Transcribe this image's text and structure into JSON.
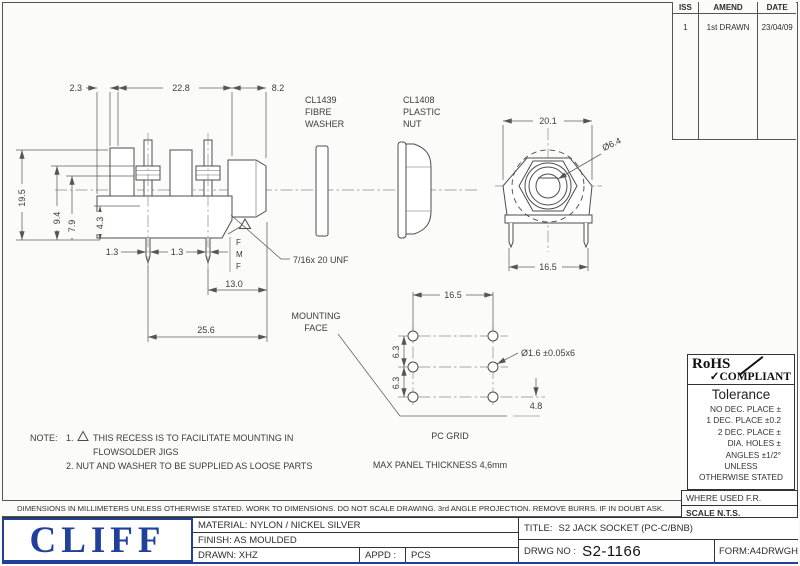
{
  "revision_table": {
    "col_iss": "ISS",
    "col_amend": "AMEND",
    "col_date": "DATE",
    "row_iss": "1",
    "row_amend": "1st DRAWN",
    "row_date": "23/04/09"
  },
  "labels": {
    "washer_code": "CL1439",
    "washer_l1": "FIBRE",
    "washer_l2": "WASHER",
    "nut_code": "CL1408",
    "nut_l1": "PLASTIC",
    "nut_l2": "NUT",
    "thread": "7/16x 20 UNF",
    "fmf_1": "F",
    "fmf_2": "M",
    "fmf_3": "F",
    "mounting_face_1": "MOUNTING",
    "mounting_face_2": "FACE",
    "pc_grid": "PC GRID",
    "max_panel": "MAX PANEL THICKNESS 4,6mm"
  },
  "dims": {
    "step": "2.3",
    "body_len": "22.8",
    "thread_len": "8.2",
    "height": "19.5",
    "h_mid": "9.4",
    "h_low": "7.9",
    "h_base": "4.3",
    "pin_w1": "1.3",
    "pin_w2": "1.3",
    "pin_pitch": "13.0",
    "overall": "25.6",
    "front_width": "20.1",
    "bush_dia": "Ø6.4",
    "leg_span": "16.5",
    "grid_w": "16.5",
    "grid_h1": "6.3",
    "grid_h2": "6.3",
    "grid_hole": "Ø1.6 ±0.05x6",
    "face_gap": "4.8"
  },
  "notes": {
    "heading": "NOTE:",
    "n1_num": "1.",
    "n1_line1": "THIS RECESS IS TO FACILITATE MOUNTING IN",
    "n1_line2": "FLOWSOLDER JIGS",
    "n2": "2. NUT AND WASHER TO BE SUPPLIED AS LOOSE PARTS"
  },
  "rohs": {
    "word": "RoHS",
    "check_icon": "✓",
    "compliant": "COMPLIANT"
  },
  "tolerance": {
    "title": "Tolerance",
    "lines": [
      "NO DEC. PLACE ±",
      "1 DEC. PLACE ±0.2",
      "2 DEC. PLACE ±",
      "DIA. HOLES ±",
      "ANGLES ±1/2°",
      "UNLESS",
      "OTHERWISE STATED"
    ]
  },
  "side_notes": {
    "where_used": "WHERE USED F.R.",
    "scale": "SCALE N.T.S."
  },
  "disclaimer": "DIMENSIONS IN MILLIMETERS UNLESS OTHERWISE STATED. WORK TO DIMENSIONS. DO NOT SCALE DRAWING. 3rd ANGLE PROJECTION. REMOVE BURRS. IF IN DOUBT ASK.",
  "title_block": {
    "logo": "CLIFF",
    "material": "MATERIAL: NYLON / NICKEL SILVER",
    "finish": "FINISH: AS MOULDED",
    "drawn": "DRAWN: XHZ",
    "appd_label": "APPD :",
    "appd_value": "PCS",
    "title_label": "TITLE:",
    "title_value": "S2 JACK SOCKET (PC-C/BNB)",
    "drwg_label": "DRWG NO :",
    "drwg_value": "S2-1166",
    "form": "FORM:A4DRWGH"
  },
  "colors": {
    "accent_navy": "#20409a",
    "line_gray": "#4a4a4a"
  }
}
